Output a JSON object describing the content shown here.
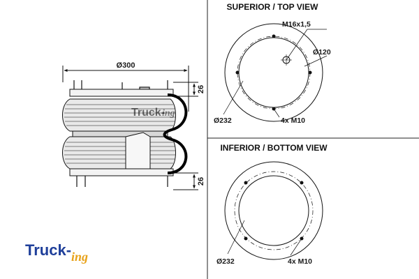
{
  "side_view": {
    "diameter_label": "Ø300",
    "top_height_label": "26",
    "bottom_height_label": "26",
    "watermark": {
      "part1": "Truck-",
      "part2": "ing"
    }
  },
  "top_view": {
    "title": "SUPERIOR / TOP VIEW",
    "thread_label": "M16x1,5",
    "inner_diameter_label": "Ø120",
    "bolt_circle_label": "Ø232",
    "bolts_label": "4x M10"
  },
  "bottom_view": {
    "title": "INFERIOR / BOTTOM VIEW",
    "bolt_circle_label": "Ø232",
    "bolts_label": "4x M10"
  },
  "logo": {
    "part1": "Truck-",
    "part2": "ing"
  },
  "colors": {
    "logo_blue": "#1f3f9a",
    "logo_orange": "#e8a21a",
    "line": "#111111"
  }
}
